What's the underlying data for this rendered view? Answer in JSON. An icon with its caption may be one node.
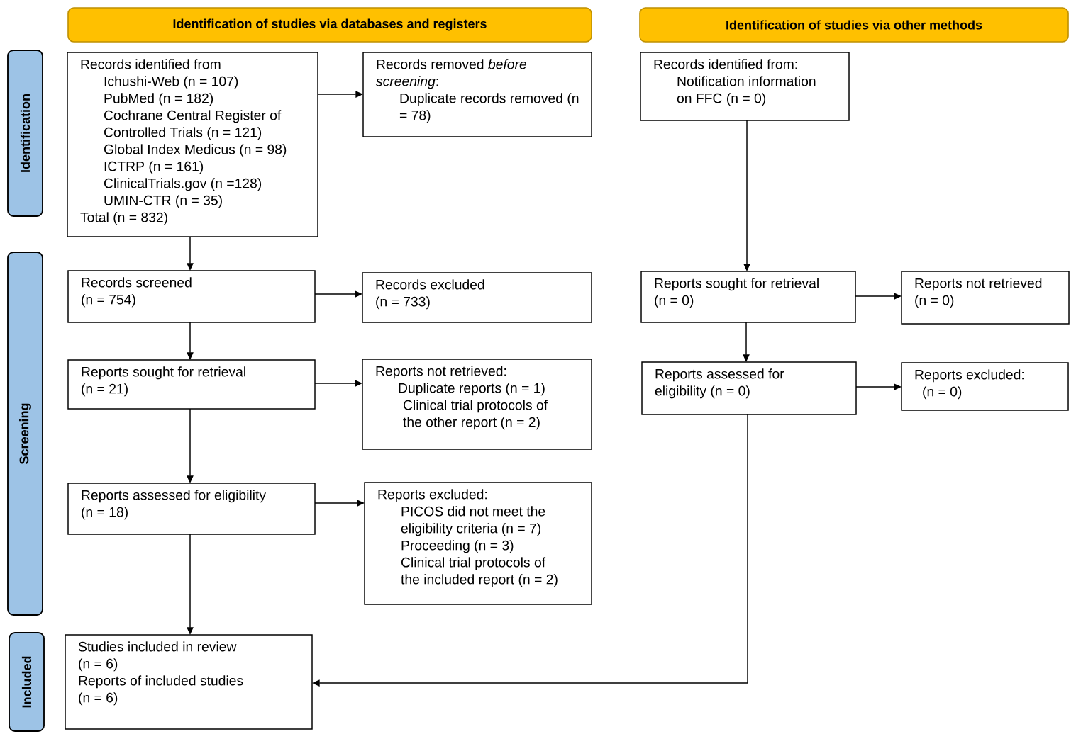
{
  "diagram": {
    "nodes": [
      {
        "text": [
          "Identification of studies via databases and registers"
        ]
      },
      {
        "text": [
          "Identification of studies via other methods"
        ]
      },
      {
        "text": [
          "Identification"
        ]
      },
      {
        "text": [
          "Screening"
        ]
      },
      {
        "text": [
          "Included"
        ]
      },
      {
        "text": [
          "Records identified from",
          "Ichushi-Web (n = 107)",
          "PubMed (n = 182)",
          "Cochrane Central Register of Controlled Trials (n = 121)",
          "Global Index Medicus (n = 98)",
          "ICTRP (n = 161)",
          "ClinicalTrials.gov (n =128)",
          "UMIN-CTR (n = 35)",
          "Total (n = 832)"
        ]
      },
      {
        "text": [
          "Records removed *before screening*:",
          "Duplicate records removed (n = 78)"
        ]
      },
      {
        "text": [
          "Records identified from:",
          "Notification information on FFC (n = 0)"
        ]
      },
      {
        "text": [
          "Records screened (n = 754)"
        ]
      },
      {
        "text": [
          "Records excluded (n = 733)"
        ]
      },
      {
        "text": [
          "Reports sought for retrieval (n = 21)"
        ]
      },
      {
        "text": [
          "Reports not retrieved:",
          "Duplicate reports (n = 1)",
          "Clinical trial protocols of the other report (n = 2)"
        ]
      },
      {
        "text": [
          "Reports assessed for eligibility (n = 18)"
        ]
      },
      {
        "text": [
          "Reports excluded:",
          "PICOS did not meet the eligibility criteria (n = 7)",
          "Proceeding (n = 3)",
          "Clinical trial protocols of the included report (n = 2)"
        ]
      },
      {
        "text": [
          "Studies included in review (n = 6)",
          "Reports of included studies (n = 6)"
        ]
      },
      {
        "text": [
          "Reports sought for retrieval (n = 0)"
        ]
      },
      {
        "text": [
          "Reports not retrieved (n = 0)"
        ]
      },
      {
        "text": [
          "Reports assessed for eligibility (n = 0)"
        ]
      },
      {
        "text": [
          "Reports excluded:",
          "(n = 0)"
        ]
      }
    ],
    "edges": [
      {
        "from": 5,
        "to": 6,
        "arrow": "to"
      },
      {
        "from": 5,
        "to": 8,
        "arrow": "to"
      },
      {
        "from": 8,
        "to": 9,
        "arrow": "to"
      },
      {
        "from": 8,
        "to": 10,
        "arrow": "to"
      },
      {
        "from": 10,
        "to": 11,
        "arrow": "to"
      },
      {
        "from": 10,
        "to": 12,
        "arrow": "to"
      },
      {
        "from": 12,
        "to": 13,
        "arrow": "to"
      },
      {
        "from": 12,
        "to": 14,
        "arrow": "to"
      },
      {
        "from": 7,
        "to": 15,
        "arrow": "to"
      },
      {
        "from": 15,
        "to": 16,
        "arrow": "to"
      },
      {
        "from": 15,
        "to": 17,
        "arrow": "to"
      },
      {
        "from": 17,
        "to": 14,
        "arrow": "to"
      },
      {
        "from": 17,
        "to": 18,
        "arrow": "to"
      }
    ]
  }
}
